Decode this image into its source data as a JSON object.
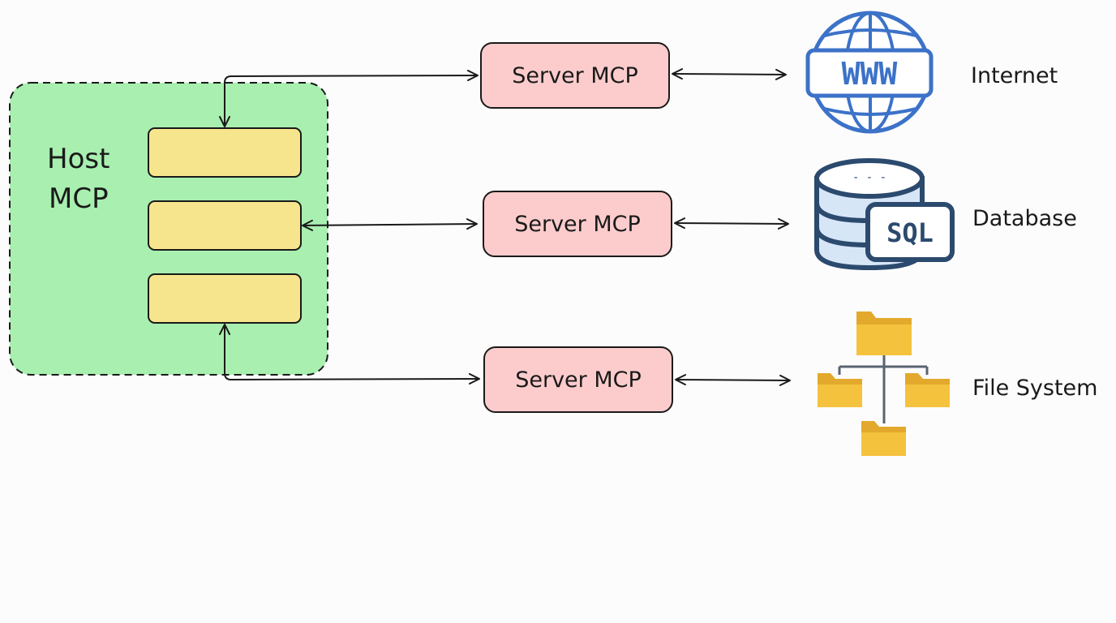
{
  "host": {
    "label_line1": "Host",
    "label_line2": "MCP",
    "fill": "#a8efb0",
    "client_fill": "#f7e58e"
  },
  "servers": [
    {
      "label": "Server MCP",
      "resource": "Internet",
      "icon": "globe-www-icon"
    },
    {
      "label": "Server MCP",
      "resource": "Database",
      "icon": "sql-database-icon"
    },
    {
      "label": "Server MCP",
      "resource": "File System",
      "icon": "folder-tree-icon"
    }
  ],
  "icons": {
    "globe_text": "WWW",
    "database_badge": "SQL",
    "database_dashes": "- - -"
  },
  "colors": {
    "server_fill": "#fccccc",
    "globe_blue": "#3c72c8",
    "db_navy": "#2b4a6e",
    "db_light": "#d7e6f7",
    "folder_yellow": "#f5c23e",
    "line": "#1a1a1a"
  }
}
